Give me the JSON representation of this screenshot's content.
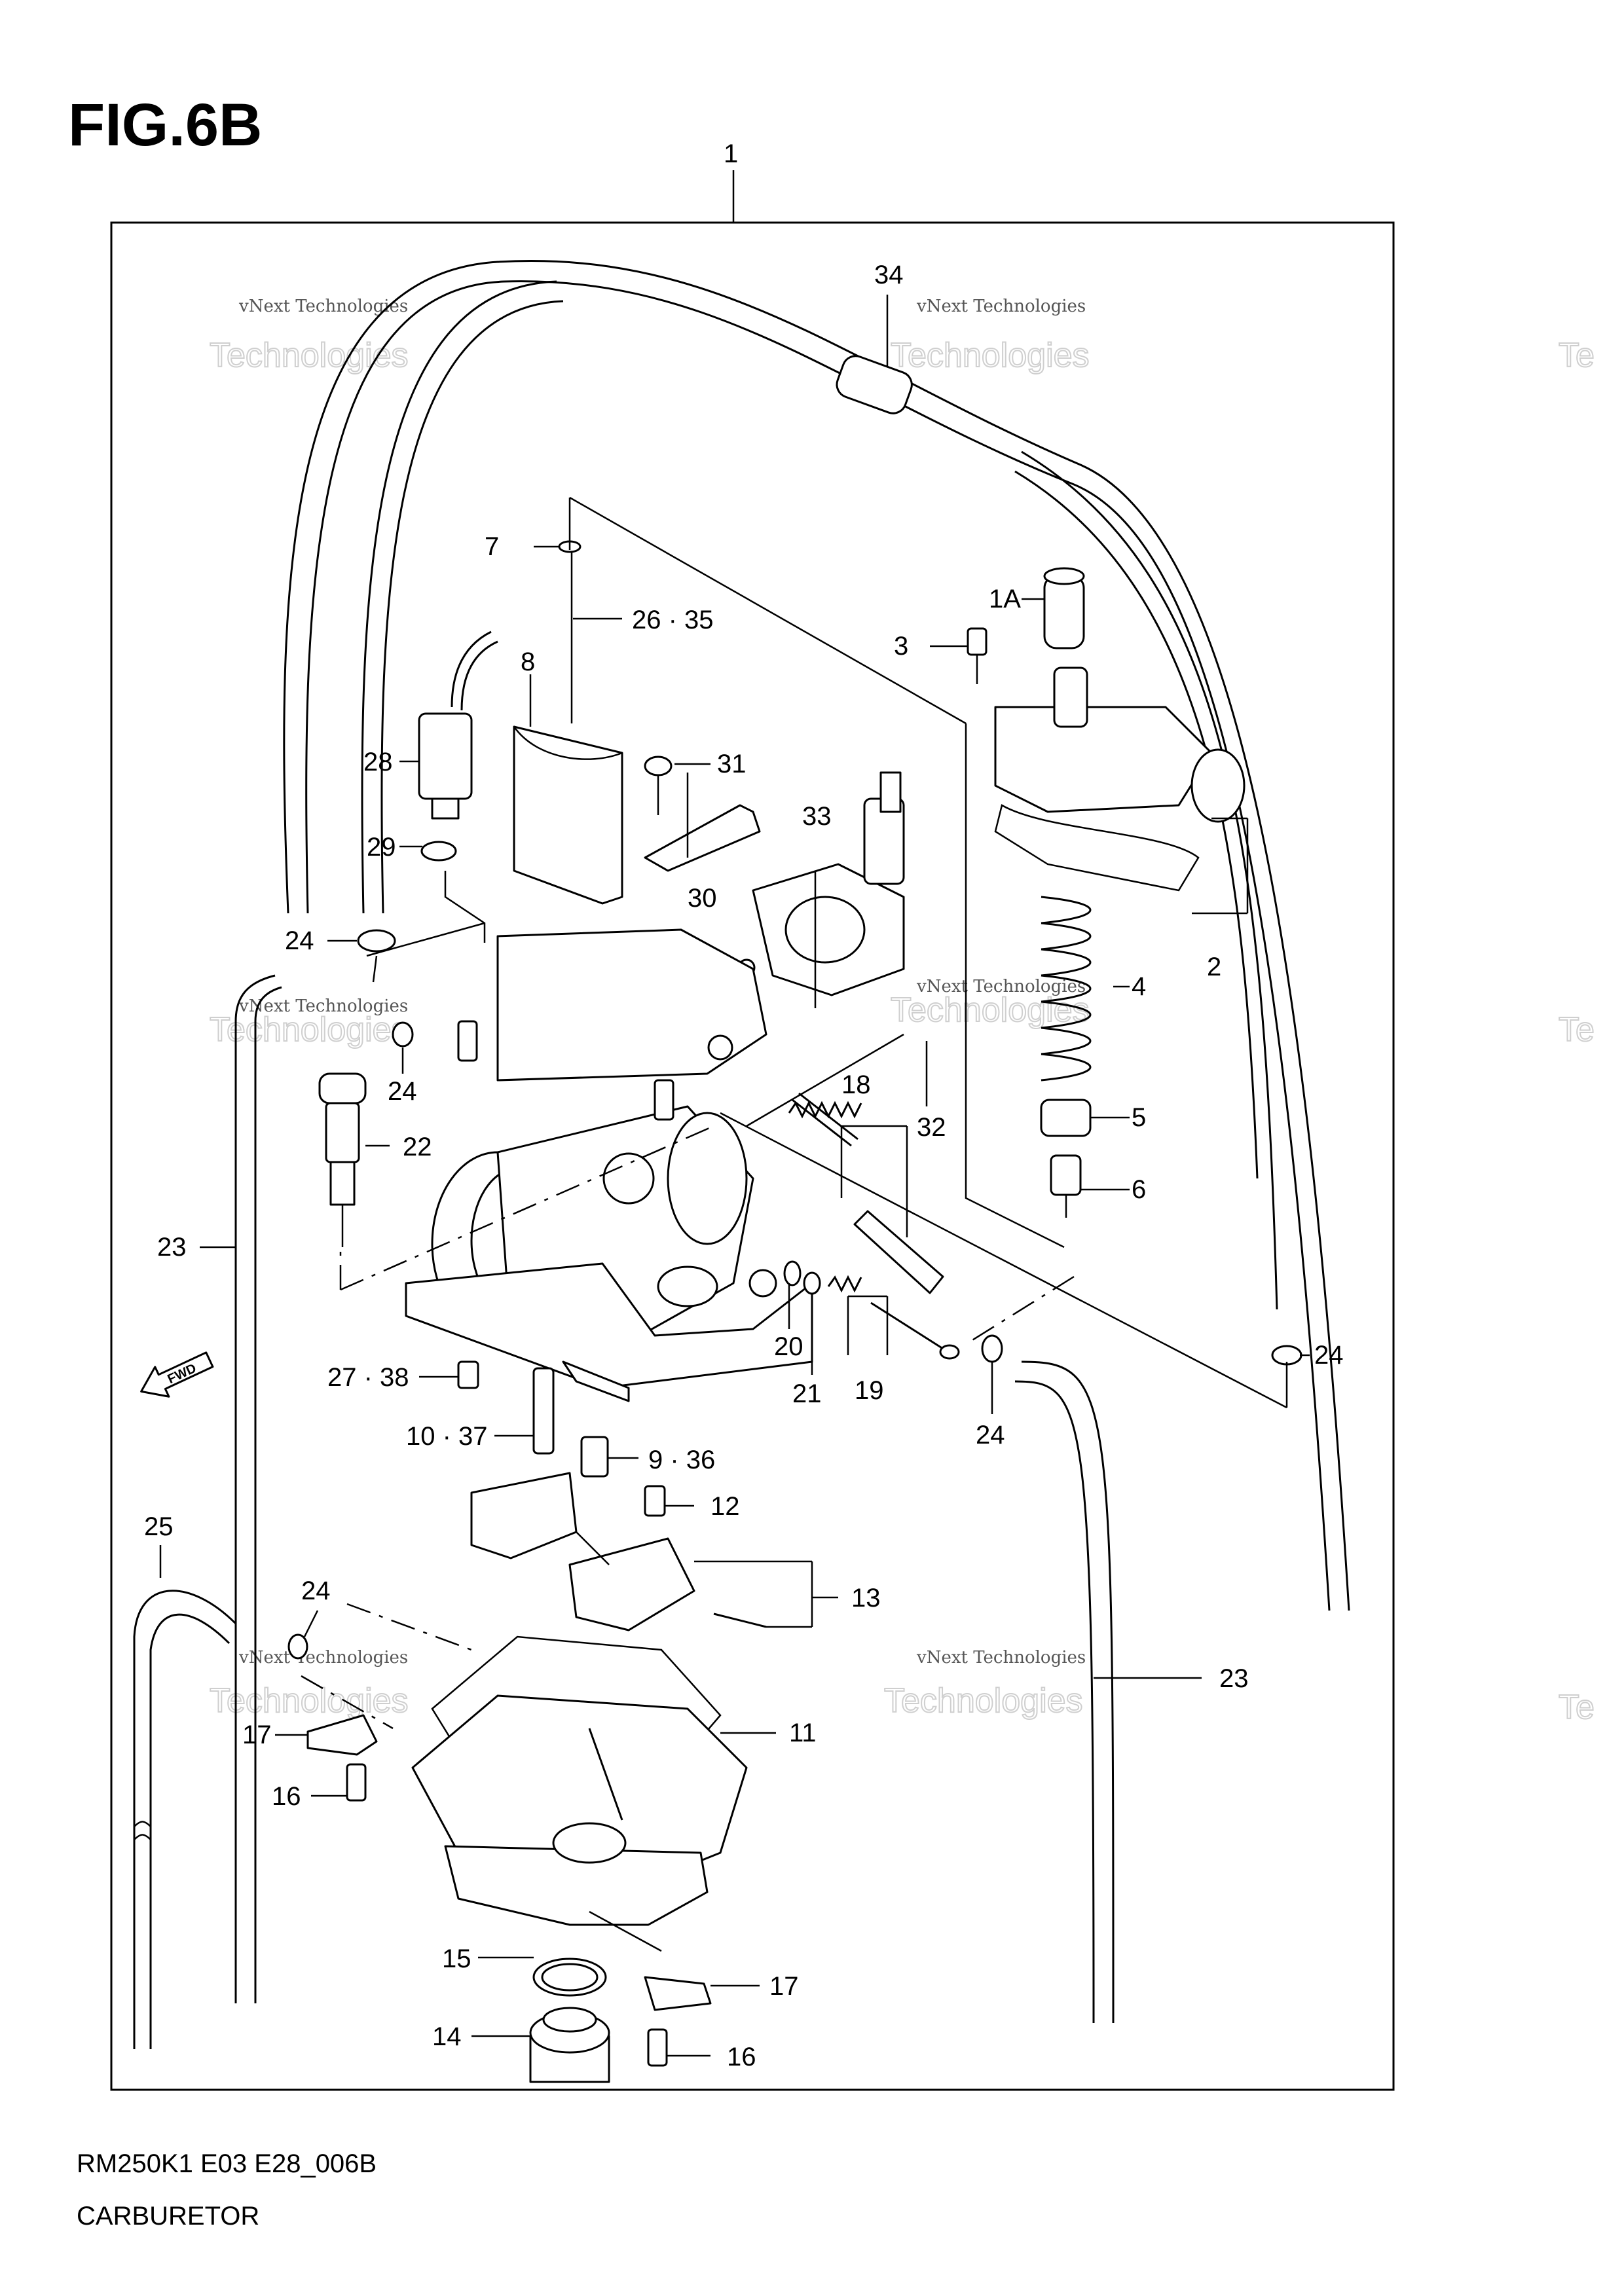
{
  "figure": {
    "title": "FIG.6B"
  },
  "callouts": {
    "c1": "1",
    "c1A": "1A",
    "c2": "2",
    "c3": "3",
    "c4": "4",
    "c5": "5",
    "c6": "6",
    "c7": "7",
    "c8": "8",
    "c9_36": "9 · 36",
    "c10_37": "10 · 37",
    "c11": "11",
    "c12": "12",
    "c13": "13",
    "c14": "14",
    "c15": "15",
    "c16a": "16",
    "c16b": "16",
    "c17a": "17",
    "c17b": "17",
    "c18": "18",
    "c19": "19",
    "c20": "20",
    "c21": "21",
    "c22": "22",
    "c23a": "23",
    "c23b": "23",
    "c24a": "24",
    "c24b": "24",
    "c24c": "24",
    "c24d": "24",
    "c24e": "24",
    "c25": "25",
    "c26_35": "26 · 35",
    "c27_38": "27 · 38",
    "c28": "28",
    "c29": "29",
    "c30": "30",
    "c31": "31",
    "c32": "32",
    "c33": "33",
    "c34": "34"
  },
  "fwd_label": "FWD",
  "watermark": {
    "line1": "vNext Technologies",
    "line2": "Technologies"
  },
  "footer": {
    "code": "RM250K1 E03 E28_006B",
    "name": "CARBURETOR"
  }
}
